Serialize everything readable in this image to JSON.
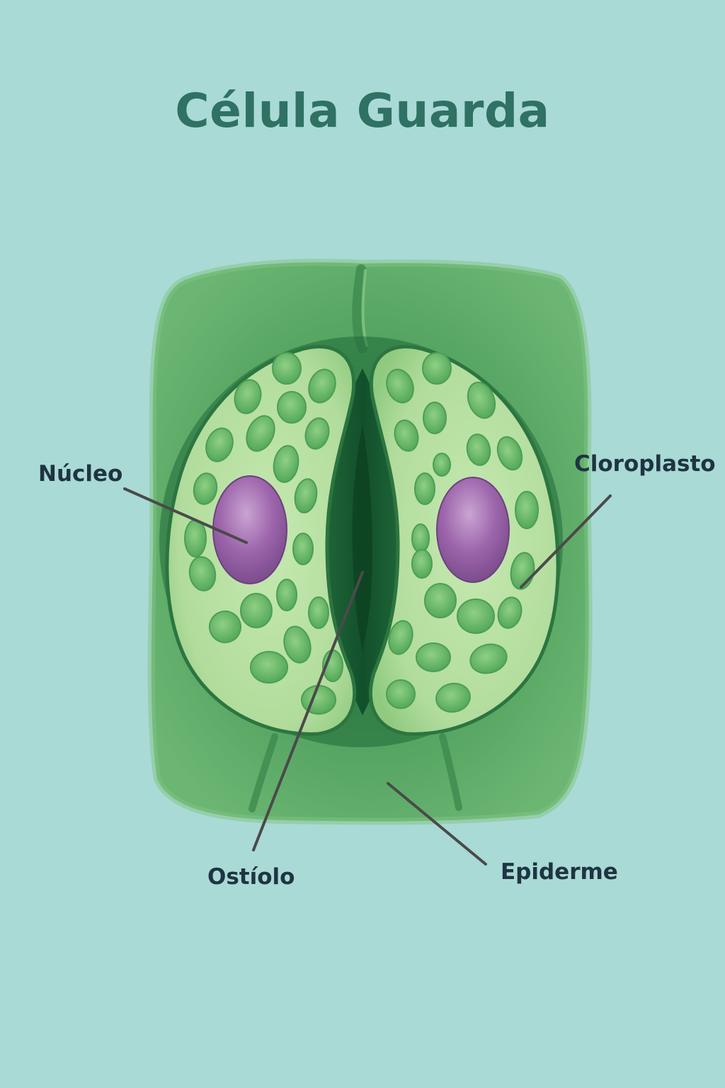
{
  "title": "Célula Guarda",
  "labels": {
    "nucleus": "Núcleo",
    "chloroplast": "Cloroplasto",
    "ostiole": "Ostíolo",
    "epidermis": "Epiderme"
  },
  "colors": {
    "background": "#a9dad5",
    "title": "#2f7163",
    "epidermis": "#5fae69",
    "guard_cell": "#b8e2a3",
    "chloroplast": "#6bbd66",
    "nucleus": "#9a62a8",
    "leader_line": "#4a4a4a",
    "label_text": "#1f3442"
  }
}
